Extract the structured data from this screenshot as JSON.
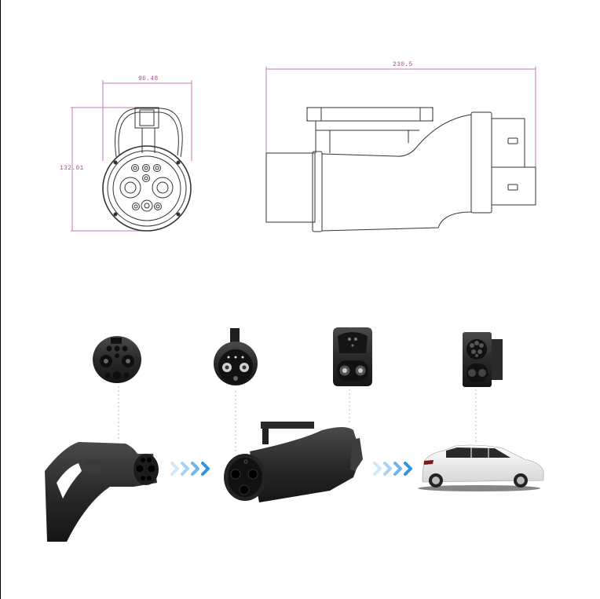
{
  "diagram": {
    "title": "CCS2 to CHAdeMO/CCS adapter technical drawing and usage flow",
    "technical_drawing": {
      "front_view": {
        "width_label": "96.48",
        "height_label": "132.01"
      },
      "side_view": {
        "length_label": "230.5"
      },
      "dimension_color": "#c77ab8",
      "line_color": "#333333"
    },
    "flow": {
      "steps": [
        {
          "name": "charging-plug",
          "connector_face": "ccs2-plug-face"
        },
        {
          "name": "adapter",
          "connector_face": "adapter-input-face"
        },
        {
          "name": "adapter-output",
          "connector_face": "adapter-output-face"
        },
        {
          "name": "vehicle",
          "connector_face": "vehicle-inlet-face"
        }
      ],
      "arrow_color_light": "#bfe0f7",
      "arrow_color_dark": "#2f95e0",
      "connector_color": "#2b2b2b"
    }
  }
}
